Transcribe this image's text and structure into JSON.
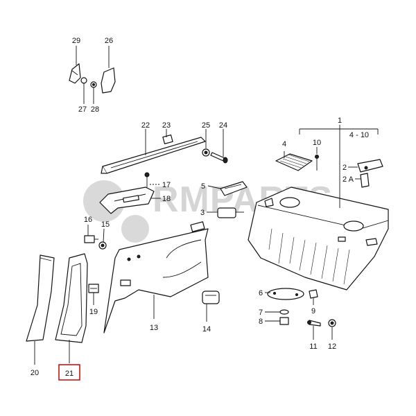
{
  "watermark": "RMPARTS",
  "highlight_color": "#cc0000",
  "callouts": {
    "c1": "1",
    "c2": "2",
    "c2a": "2 A",
    "c3": "3",
    "c4": "4",
    "c4_10": "4 - 10",
    "c5": "5",
    "c6": "6",
    "c7": "7",
    "c8": "8",
    "c9": "9",
    "c10": "10",
    "c11": "11",
    "c12": "12",
    "c13": "13",
    "c14": "14",
    "c15": "15",
    "c16": "16",
    "c17": "17",
    "c18": "18",
    "c19": "19",
    "c20": "20",
    "c21": "21",
    "c22": "22",
    "c23": "23",
    "c24": "24",
    "c25": "25",
    "c26": "26",
    "c27": "27",
    "c28": "28",
    "c29": "29"
  }
}
